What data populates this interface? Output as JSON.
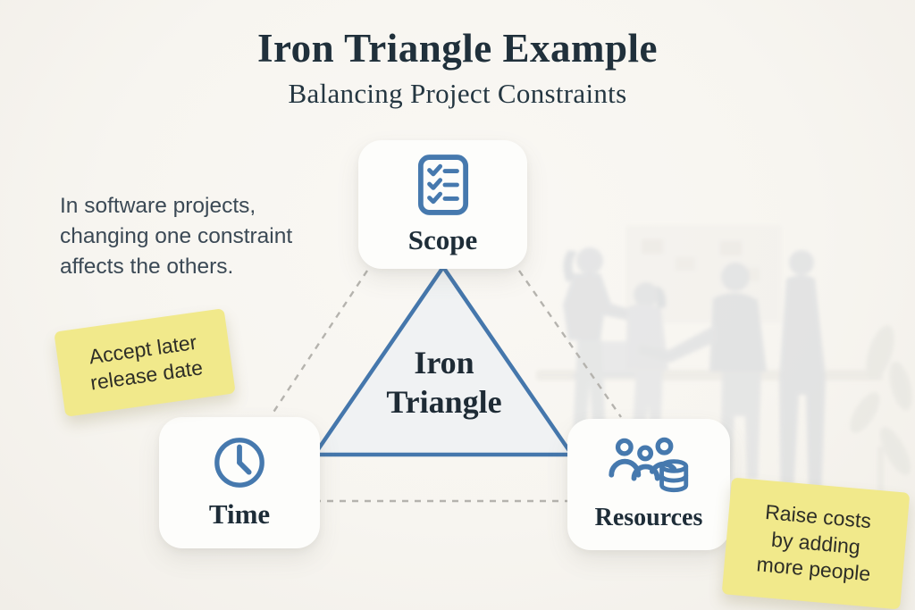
{
  "header": {
    "title": "Iron Triangle Example",
    "subtitle": "Balancing Project Constraints"
  },
  "description": "In software projects,\nchanging one constraint\naffects the others.",
  "triangle": {
    "label": "Iron\nTriangle"
  },
  "nodes": {
    "scope": {
      "label": "Scope",
      "icon": "checklist-icon"
    },
    "time": {
      "label": "Time",
      "icon": "clock-icon"
    },
    "resources": {
      "label": "Resources",
      "icon": "team-budget-icon"
    }
  },
  "sticky_notes": {
    "left": {
      "text": "Accept later\nrelease date"
    },
    "right": {
      "text": "Raise costs\nby adding\nmore people"
    }
  },
  "colors": {
    "background": "#f7f5f0",
    "accent_blue": "#4679ae",
    "heading_text": "#20303b",
    "body_text": "#3b4955",
    "sticky_yellow": "#f1e98b",
    "dashed_line": "#b5b3ae",
    "card_background": "#fdfdfb",
    "triangle_fill": "#eef1f3"
  }
}
